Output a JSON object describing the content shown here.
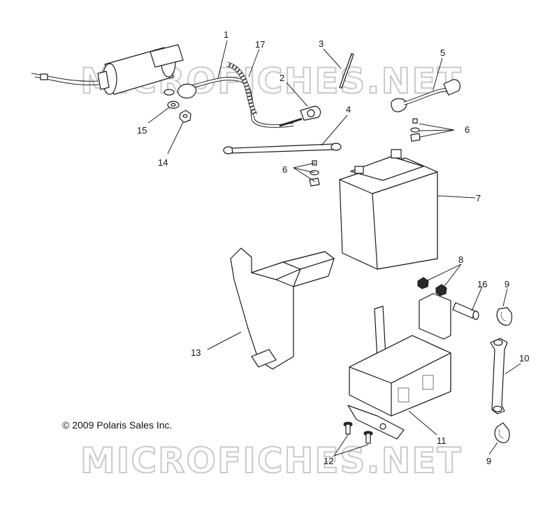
{
  "watermark": "MICROFICHES.NET",
  "copyright": "© 2009 Polaris Sales Inc.",
  "callouts": {
    "c1": "1",
    "c2": "2",
    "c3": "3",
    "c4": "4",
    "c5": "5",
    "c6a": "6",
    "c6b": "6",
    "c7": "7",
    "c8": "8",
    "c9a": "9",
    "c9b": "9",
    "c10": "10",
    "c11": "11",
    "c12": "12",
    "c13": "13",
    "c14": "14",
    "c15": "15",
    "c16": "16",
    "c17": "17"
  }
}
